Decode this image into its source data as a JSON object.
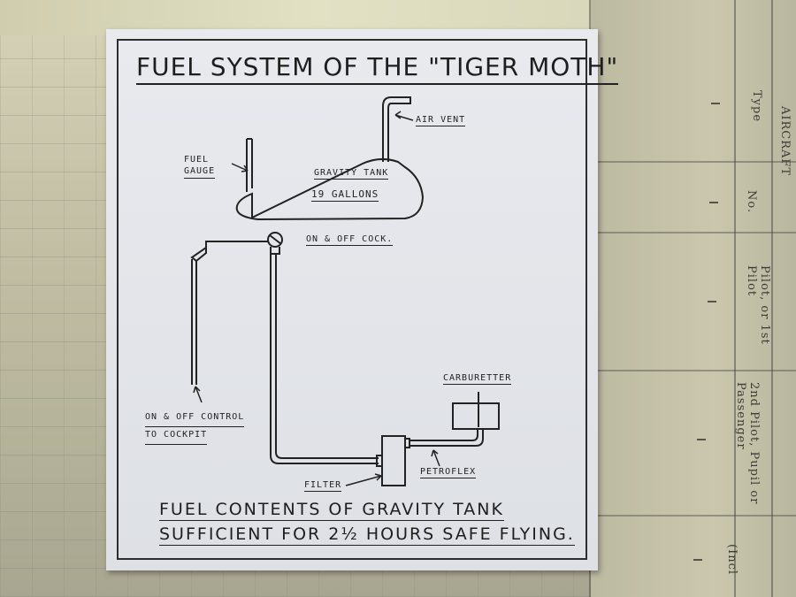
{
  "document": {
    "title": "FUEL SYSTEM OF THE \"TIGER MOTH\"",
    "labels": {
      "air_vent": "AIR VENT",
      "fuel_gauge_1": "FUEL",
      "fuel_gauge_2": "GAUGE",
      "tank_name": "GRAVITY TANK",
      "tank_capacity": "19 GALLONS",
      "cock": "ON & OFF COCK.",
      "control_1": "ON & OFF CONTROL",
      "control_2": "TO COCKPIT",
      "carburetter": "CARBURETTER",
      "petroflex": "PETROFLEX",
      "filter": "FILTER"
    },
    "footer": {
      "line1": "FUEL CONTENTS OF GRAVITY TANK",
      "line2": "SUFFICIENT FOR 2½ HOURS SAFE FLYING."
    }
  },
  "ledger": {
    "headers": [
      "AIRCRAFT",
      "Type",
      "No.",
      "Pilot, or 1st Pilot",
      "2nd Pilot, Pupil or Passenger",
      "(Incl"
    ]
  },
  "colors": {
    "card": "#e4e6eb",
    "ink": "#222222",
    "ledger": "#c4c1a6"
  }
}
